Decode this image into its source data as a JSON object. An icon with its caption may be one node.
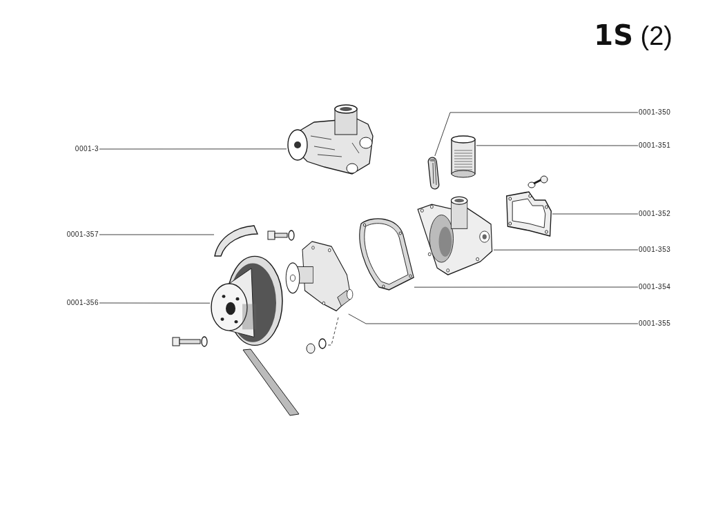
{
  "diagram": {
    "title": "**1S** (2)",
    "nodes": [
      {
        "text": [
          "0001-350"
        ]
      },
      {
        "text": [
          "0001-3"
        ]
      },
      {
        "text": [
          "0001-351"
        ]
      },
      {
        "text": [
          "0001-352"
        ]
      },
      {
        "text": [
          "0001-357"
        ]
      },
      {
        "text": [
          "0001-353"
        ]
      },
      {
        "text": [
          "0001-354"
        ]
      },
      {
        "text": [
          "0001-356"
        ]
      },
      {
        "text": [
          "0001-355"
        ]
      },
      {
        "text": [],
        "shape": "picture"
      },
      {
        "text": [],
        "shape": "picture"
      },
      {
        "text": [],
        "shape": "picture"
      },
      {
        "text": [],
        "shape": "picture"
      },
      {
        "text": [],
        "shape": "picture"
      },
      {
        "text": [],
        "shape": "picture"
      },
      {
        "text": [],
        "shape": "picture"
      },
      {
        "text": [],
        "shape": "picture"
      },
      {
        "text": [],
        "shape": "picture"
      }
    ],
    "edges": [
      {
        "from": 0,
        "to": 10,
        "arrow": "none"
      },
      {
        "from": 1,
        "to": 9,
        "arrow": "none"
      },
      {
        "from": 2,
        "to": 11,
        "arrow": "none"
      },
      {
        "from": 3,
        "to": 12,
        "arrow": "none"
      },
      {
        "from": 4,
        "to": 13,
        "arrow": "none"
      },
      {
        "from": 5,
        "to": 14,
        "arrow": "none"
      },
      {
        "from": 6,
        "to": 15,
        "arrow": "none"
      },
      {
        "from": 7,
        "to": 16,
        "arrow": "none"
      },
      {
        "from": 8,
        "to": 17,
        "arrow": "none"
      }
    ]
  }
}
